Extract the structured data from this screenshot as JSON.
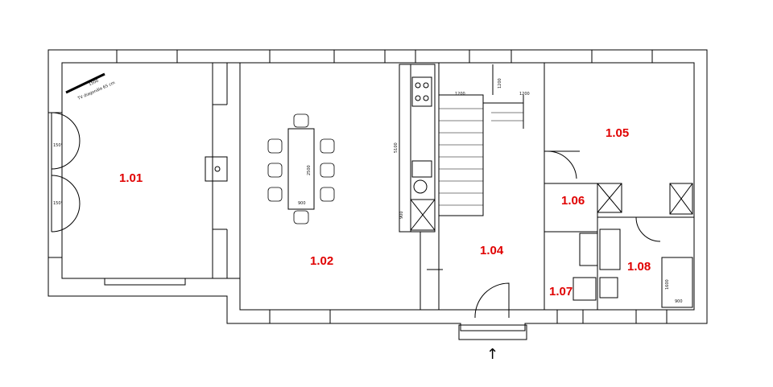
{
  "rooms": [
    {
      "id": "1.01"
    },
    {
      "id": "1.02"
    },
    {
      "id": "1.04"
    },
    {
      "id": "1.05"
    },
    {
      "id": "1.06"
    },
    {
      "id": "1.07"
    },
    {
      "id": "1.08"
    }
  ],
  "dimensions": {
    "tv_width": "1500",
    "tv_note": "TV diagonála 65 cm",
    "door_angle_top": "150°",
    "door_angle_bottom": "150°",
    "table_length": "2500",
    "table_width": "900",
    "kitchen_length": "5100",
    "kitchen_small": "900",
    "stair_width_left": "1200",
    "stair_width_right": "1200",
    "stair_height_top": "1200",
    "bath_length": "1600",
    "bath_width": "900"
  },
  "entry_arrow": "↑",
  "colors": {
    "room_label": "#e00000",
    "walls": "#000000",
    "background": "#ffffff"
  }
}
